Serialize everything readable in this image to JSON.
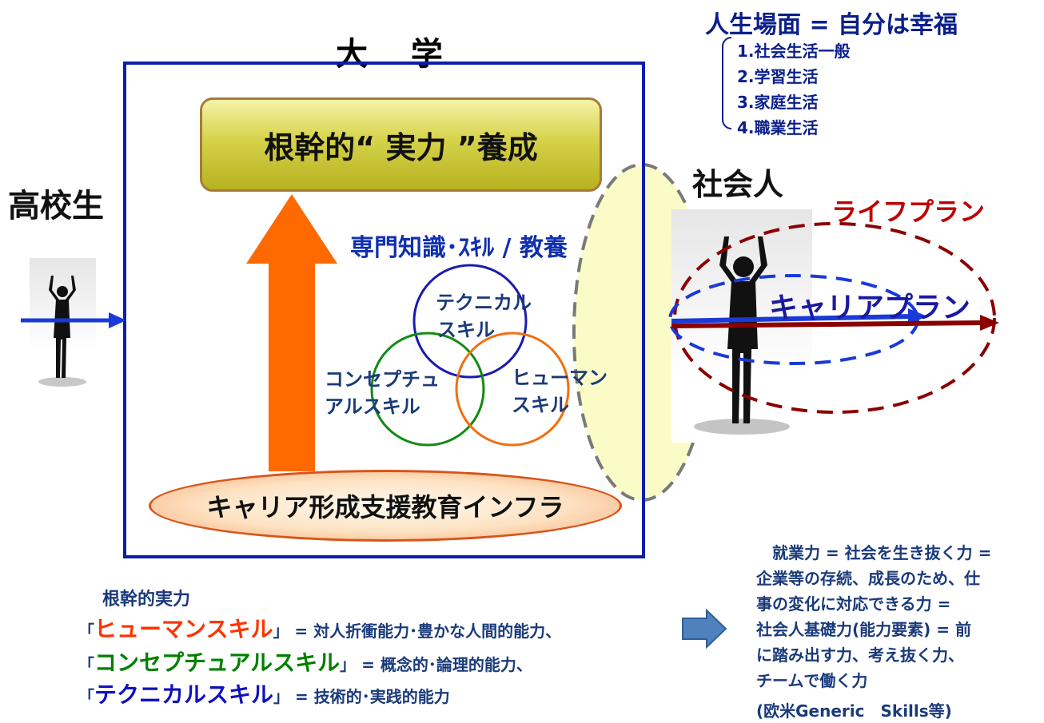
{
  "university": {
    "title": "大 学",
    "core_box": "根幹的“ 実力 ”養成",
    "infra": "キャリア形成支援教育インフラ",
    "senmon": "専門知識･ｽｷﾙ / 教養"
  },
  "skills": {
    "technical": [
      "テクニカル",
      "スキル"
    ],
    "conceptual": [
      "コンセプチュ",
      "アルスキル"
    ],
    "human": [
      "ヒューマン",
      "スキル"
    ]
  },
  "people": {
    "student": "高校生",
    "adult": "社会人"
  },
  "plans": {
    "life": "ライフプラン",
    "career": "キャリアプラン"
  },
  "life_scenes": {
    "title": "人生場面 = 自分は幸福",
    "items": [
      "1.社会生活一般",
      "2.学習生活",
      "3.家庭生活",
      "4.職業生活"
    ]
  },
  "definitions": {
    "title": "根幹的実力",
    "lines": [
      {
        "open": "「",
        "skill": "ヒューマンスキル",
        "close": "」",
        "rest": " = 対人折衝能力･豊かな人間的能力、",
        "color": "#ff3300"
      },
      {
        "open": "「",
        "skill": "コンセプチュアルスキル",
        "close": "」",
        "rest": " = 概念的･論理的能力、",
        "color": "#008000"
      },
      {
        "open": "「",
        "skill": "テクニカルスキル",
        "close": "」",
        "rest": " = 技術的･実践的能力",
        "color": "#1010c0"
      }
    ]
  },
  "employability": {
    "lines": [
      "　就業力 = 社会を生き抜く力 =",
      "企業等の存続、成長のため、仕",
      "事の変化に対応できる力 =",
      "社会人基礎力(能力要素) = 前",
      "に踏み出す力、考え抜く力、",
      "チームで働く力"
    ],
    "note": "(欧米Generic　Skills等)"
  },
  "colors": {
    "box_border": "#0a1fa8",
    "orange_arrow": "#ff6a00",
    "career_blue": "#1a3ad8",
    "life_red": "#8b0000",
    "circle_technical": "#1a1ab0",
    "circle_conceptual": "#138a13",
    "circle_human": "#f07010",
    "transition_ellipse": "#fbfbc8"
  },
  "icons": {
    "student_image": "person-silhouette-icon",
    "adult_image": "person-silhouette-icon",
    "right_arrow": "block-arrow-right-icon"
  }
}
